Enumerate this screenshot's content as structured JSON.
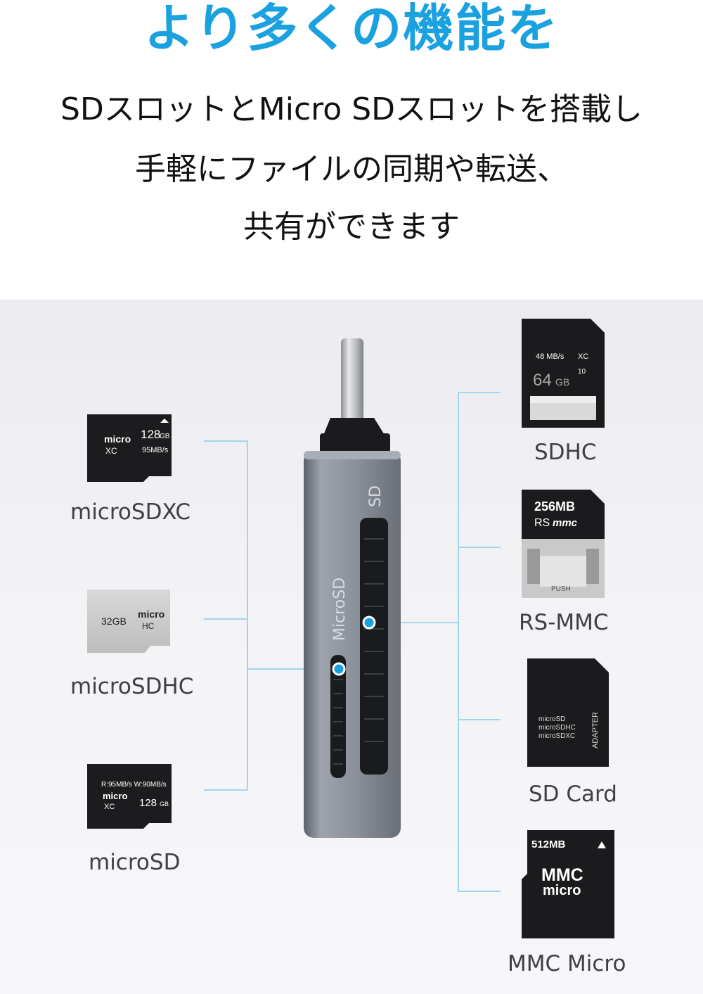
{
  "header": {
    "headline": "より多くの機能を",
    "lines": [
      "SDスロットとMicro SDスロットを搭載し",
      "手軽にファイルの同期や転送、",
      "共有ができます"
    ]
  },
  "colors": {
    "accent": "#1aa1e0",
    "connector_line": "#9fd6ee",
    "device_body": "#8b909a"
  },
  "device": {
    "sd_label": "SD",
    "microsd_label": "MicroSD"
  },
  "left_cards": [
    {
      "label": "microSDXC",
      "texts": [
        "128",
        "GB",
        "95MB/s",
        "micro",
        "XC"
      ]
    },
    {
      "label": "microSDHC",
      "texts": [
        "32GB",
        "micro",
        "HC"
      ]
    },
    {
      "label": "microSD",
      "texts": [
        "R:95MB/s W:90MB/s",
        "128",
        "GB",
        "micro",
        "XC"
      ]
    }
  ],
  "right_cards": [
    {
      "label": "SDHC",
      "texts": [
        "48 MB/s",
        "64",
        "GB",
        "XC",
        "10"
      ]
    },
    {
      "label": "RS-MMC",
      "texts": [
        "256MB",
        "RS",
        "mmc",
        "PUSH"
      ]
    },
    {
      "label": "SD Card",
      "texts": [
        "microSD",
        "microSDHC",
        "microSDXC",
        "ADAPTER"
      ]
    },
    {
      "label": "MMC Micro",
      "texts": [
        "512MB",
        "MMC",
        "micro"
      ]
    }
  ]
}
